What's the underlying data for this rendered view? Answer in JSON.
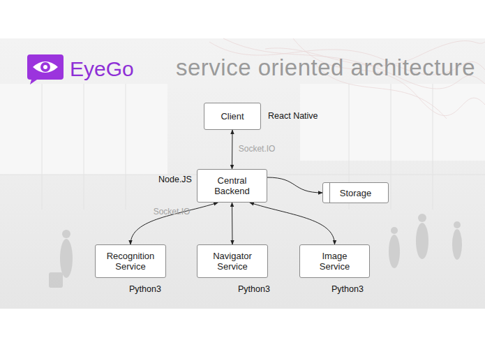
{
  "diagram": {
    "title": "service oriented architecture",
    "nodes": [
      {
        "text": [
          "Client",
          "React Native"
        ]
      },
      {
        "text": [
          "Central Backend",
          "Node.JS"
        ]
      },
      {
        "text": [
          "Storage"
        ]
      },
      {
        "text": [
          "Recognition Service",
          "Python3"
        ]
      },
      {
        "text": [
          "Navigator Service",
          "Python3"
        ]
      },
      {
        "text": [
          "Image Service",
          "Python3"
        ]
      }
    ],
    "edges": [
      {
        "from": 0,
        "to": 1,
        "label": "Socket.IO",
        "arrow": "both"
      },
      {
        "from": 1,
        "to": 2,
        "arrow": "to"
      },
      {
        "from": 3,
        "to": 1,
        "label": "Socket.IO",
        "arrow": "both"
      },
      {
        "from": 4,
        "to": 1,
        "arrow": "both"
      },
      {
        "from": 5,
        "to": 1,
        "arrow": "both"
      }
    ],
    "labels": [
      "EyeGo"
    ]
  }
}
